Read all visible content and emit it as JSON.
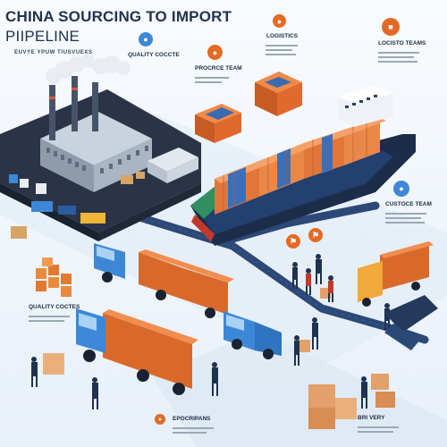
{
  "header": {
    "title_line1_part1": "CHINA",
    "title_line1_part2": "SOURCING TO IMPORT",
    "title_line2": "PIIPELINE",
    "subtitle": "EUVYE YPUW TIUSVUEXS"
  },
  "labels": {
    "quality_top": "QUALITY COCCTE",
    "logistics_top": "LOGISTICS",
    "procure_team": "PROCRCE TEAM",
    "logistics_teams": "LOCISTO TEAMS",
    "customs_team": "CUSTOCE TEAM",
    "quality_left": "QUALITY COCTES",
    "procurement_bottom": "EPOCRIPANS",
    "delivery": "BRI VERY"
  },
  "colors": {
    "accent_orange": "#e36a25",
    "navy": "#1f3350",
    "road": "#2c4876",
    "truck_blue": "#3d88d6",
    "container_orange": "#e0763a",
    "ship_hull": "#1c2d4a",
    "ship_green": "#2f8f61"
  },
  "icons": [
    "factory-icon",
    "warehouse-icon",
    "ship-icon",
    "truck-icon",
    "box-icon",
    "team-icon"
  ]
}
